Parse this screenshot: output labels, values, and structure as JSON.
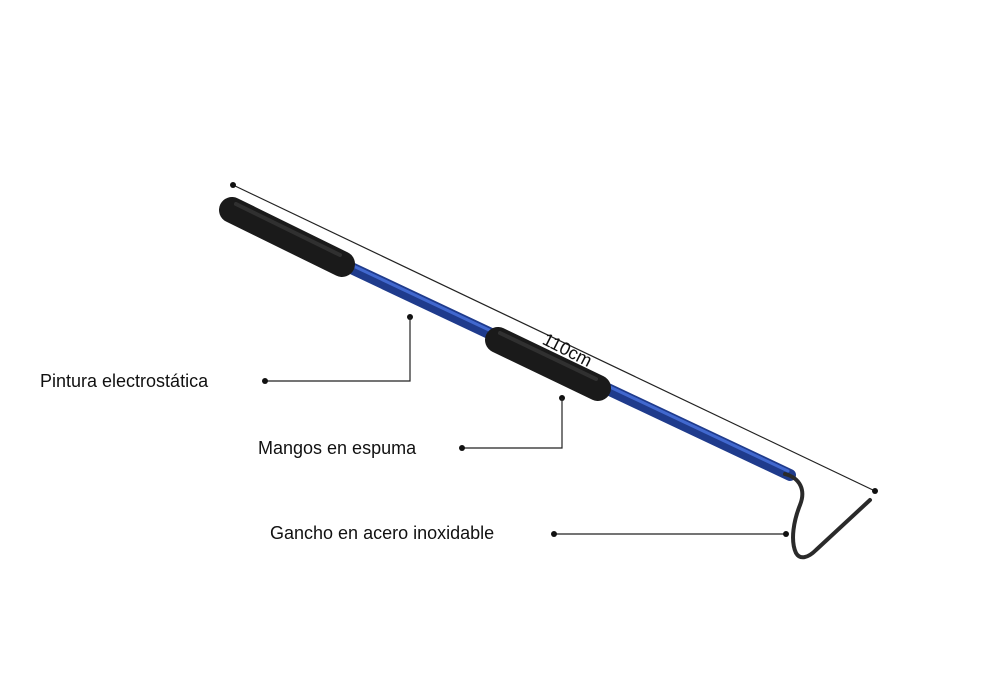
{
  "labels": {
    "paint": "Pintura electrostática",
    "foam": "Mangos en espuma",
    "hook": "Gancho en acero inoxidable",
    "length": "110cm"
  },
  "colors": {
    "background": "#ffffff",
    "shaft": "#1f3b8c",
    "shaft_highlight": "#3f66d6",
    "foam_grip": "#1a1a1a",
    "hook": "#2a2a2a",
    "leader_line": "#222222"
  },
  "icons": {
    "product": "snake-hook-stick-icon"
  }
}
